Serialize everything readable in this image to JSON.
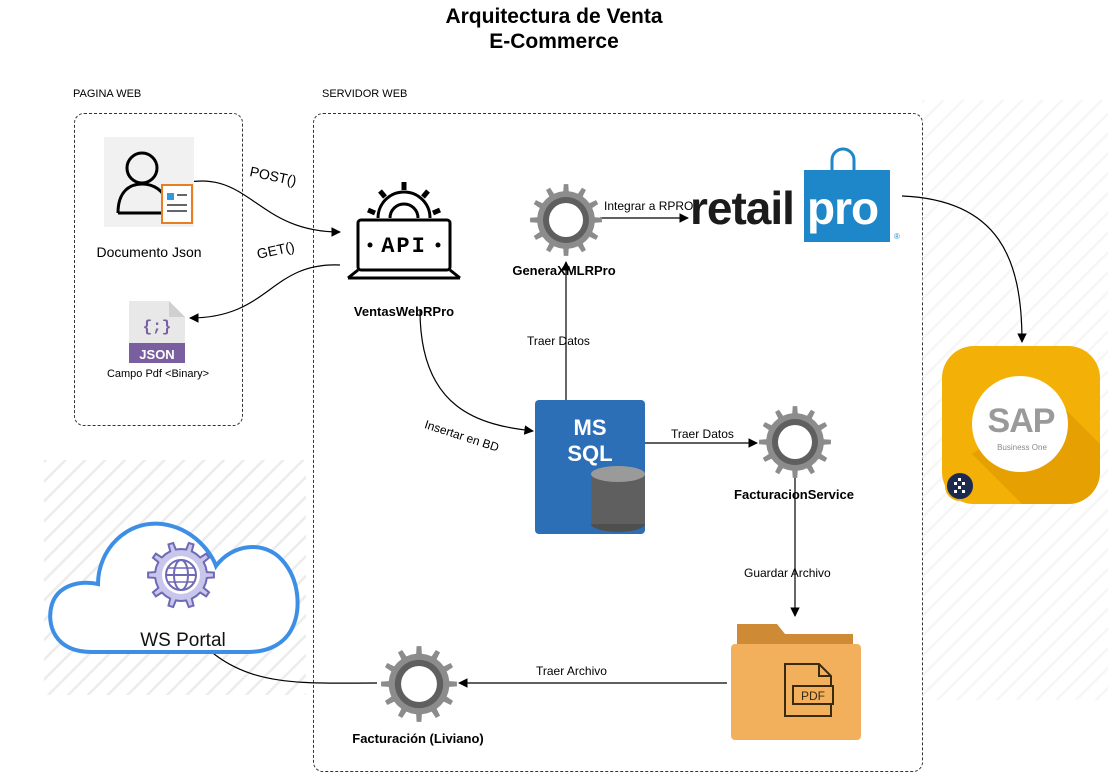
{
  "title": {
    "line1": "Arquitectura de Venta",
    "line2": "E-Commerce"
  },
  "regions": {
    "web_page": "PAGINA WEB",
    "web_server": "SERVIDOR WEB"
  },
  "nodes": {
    "documento": "Documento Json",
    "json_file": "Campo Pdf <Binary>",
    "json_badge": "JSON",
    "json_glyph": "{;}",
    "api_text": "API",
    "ventas": "VentasWebRPro",
    "genera": "GeneraXMLRPro",
    "retailpro_a": "retail",
    "retailpro_b": "pro",
    "retailpro_mark": "®",
    "mssql": "MS SQL",
    "facturacion_service": "FacturacionService",
    "facturacion_liviano": "Facturación (Liviano)",
    "ws_portal": "WS Portal",
    "sap_name": "SAP",
    "sap_sub": "Business One",
    "pdf_label": "PDF"
  },
  "edges": {
    "post": "POST()",
    "get": "GET()",
    "insertar": "Insertar en BD",
    "traer_datos_1": "Traer Datos",
    "integrar": "Integrar a RPRO",
    "traer_datos_2": "Traer Datos",
    "guardar": "Guardar Archivo",
    "traer_archivo": "Traer Archivo"
  },
  "colors": {
    "gear": "#8c8c8c",
    "gear_dark": "#5f5f5f",
    "retail_blue": "#1e87c9",
    "sql_blue": "#2c6fb6",
    "folder_orange": "#f2b05c",
    "sap_yellow": "#f3b006",
    "sap_blue": "#1b9fdc",
    "cloud_stroke": "#3d8fe6",
    "json_purple": "#7a5fa0",
    "globe_purple": "#6e6ab5"
  }
}
